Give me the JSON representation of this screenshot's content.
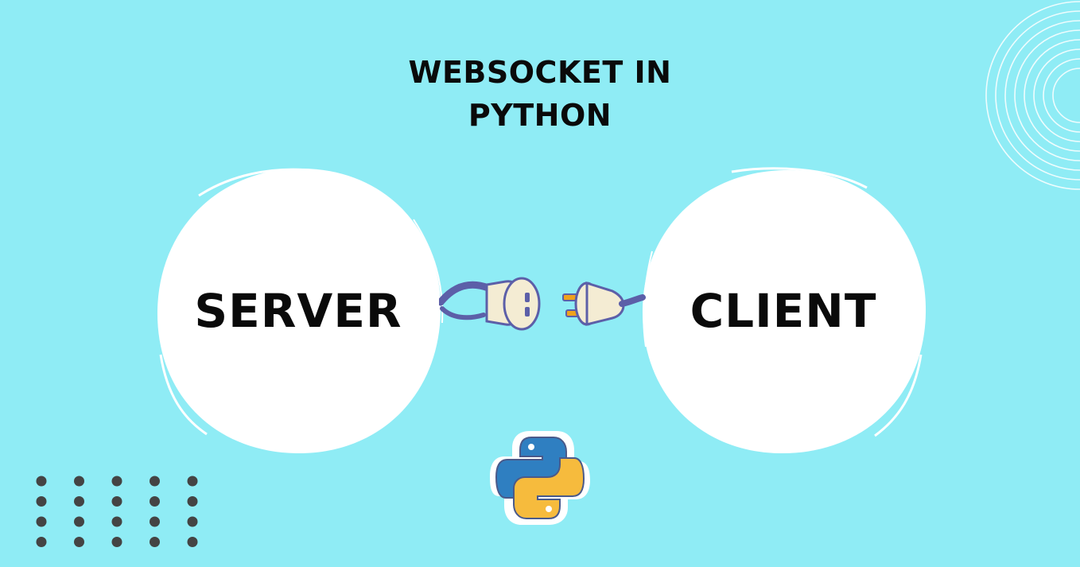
{
  "title": {
    "line1": "WEBSOCKET IN",
    "line2": "PYTHON"
  },
  "server": {
    "label": "SERVER"
  },
  "client": {
    "label": "CLIENT"
  },
  "decor": {
    "background_color": "#8fecf5",
    "circle_color": "#ffffff",
    "python_blue": "#2f7fc1",
    "python_yellow": "#f6bb3d",
    "dot_color": "#444444",
    "icons": [
      "electric-socket-icon",
      "electric-plug-icon",
      "python-logo-icon",
      "concentric-rings-decoration",
      "dot-grid-decoration"
    ]
  }
}
